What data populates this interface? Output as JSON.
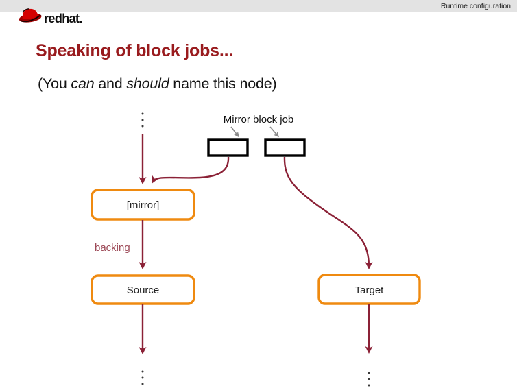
{
  "header": {
    "title": "Runtime configuration"
  },
  "brand": {
    "name_bold": "red",
    "name_light": "hat",
    "period": "."
  },
  "slide": {
    "title": "Speaking of block jobs...",
    "subtitle": {
      "pre": "(You ",
      "italic1": "can",
      "mid": " and ",
      "italic2": "should",
      "post": " name this node)"
    }
  },
  "diagram": {
    "block_job_label": "Mirror block job",
    "nodes": {
      "mirror": "[mirror]",
      "source": "Source",
      "target": "Target"
    },
    "edge_label": "backing",
    "icons": {
      "logo": "red-fedora-hat",
      "continuation_top": "vertical-ellipsis",
      "continuation_bottom_left": "vertical-ellipsis",
      "continuation_bottom_right": "vertical-ellipsis"
    },
    "colors": {
      "arrow_maroon": "#8b2136",
      "edge_label_maroon": "#9d4a58",
      "node_border_orange": "#ef8a10",
      "job_box_border": "#000000",
      "pointer_gray": "#8a8a8a",
      "title_red": "#991b1e",
      "logo_red": "#cc0000",
      "header_bg": "#e3e3e3"
    }
  }
}
